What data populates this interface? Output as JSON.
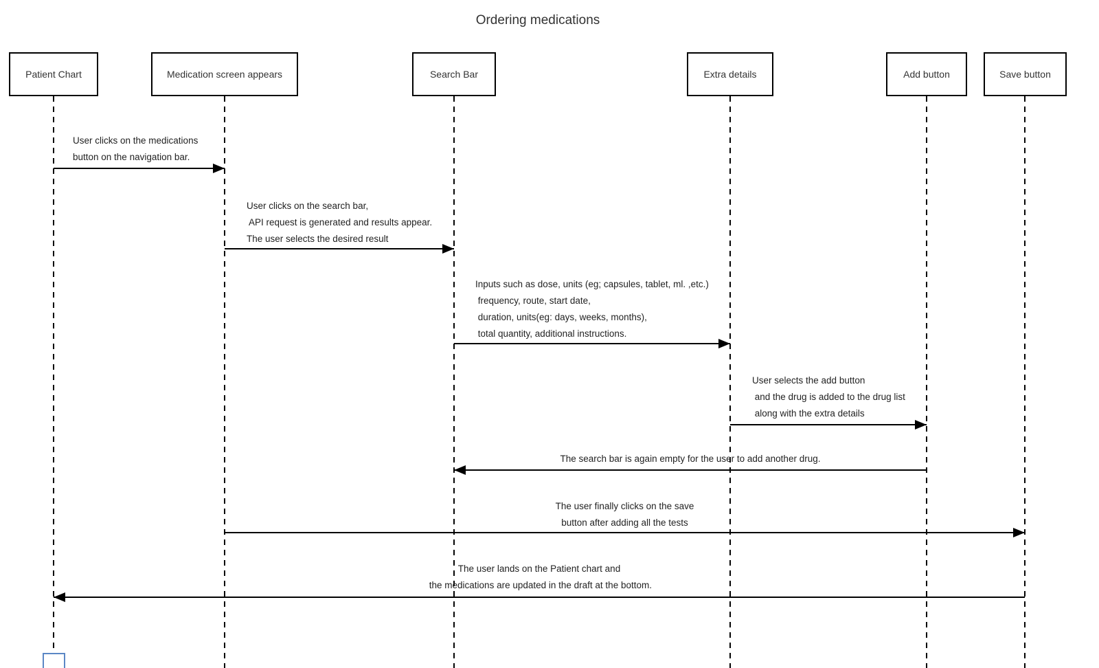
{
  "title": "Ordering medications",
  "actors": [
    {
      "label": "Patient Chart"
    },
    {
      "label": "Medication screen appears"
    },
    {
      "label": "Search Bar"
    },
    {
      "label": "Extra details"
    },
    {
      "label": "Add button"
    },
    {
      "label": "Save button"
    }
  ],
  "messages": [
    {
      "from": "Patient Chart",
      "to": "Medication screen appears",
      "direction": "right",
      "lines": [
        "User clicks on the medications",
        "button on the navigation bar."
      ]
    },
    {
      "from": "Medication screen appears",
      "to": "Search Bar",
      "direction": "right",
      "lines": [
        "User clicks on the search bar,",
        " API request is generated and results appear.",
        "The user selects the desired result"
      ]
    },
    {
      "from": "Search Bar",
      "to": "Extra details",
      "direction": "right",
      "lines": [
        "Inputs such as dose, units (eg; capsules, tablet, ml. ,etc.)",
        " frequency, route, start date,",
        " duration, units(eg: days, weeks, months),",
        " total quantity, additional instructions."
      ]
    },
    {
      "from": "Extra details",
      "to": "Add button",
      "direction": "right",
      "lines": [
        "User selects the add button",
        " and the drug is added to the drug list",
        " along with the extra details"
      ]
    },
    {
      "from": "Add button",
      "to": "Search Bar",
      "direction": "left",
      "lines": [
        "The search bar is again empty for the user to add another drug."
      ]
    },
    {
      "from": "Medication screen appears",
      "to": "Save button",
      "direction": "right",
      "lines": [
        "The user finally clicks on the save",
        "button after adding all the tests"
      ]
    },
    {
      "from": "Save button",
      "to": "Patient Chart",
      "direction": "left",
      "lines": [
        "The user lands on the Patient chart and",
        " the medications are updated in the draft at the bottom."
      ]
    }
  ],
  "colors": {
    "background": "#ffffff",
    "line": "#000000",
    "box_border": "#000000",
    "text": "#333333",
    "bottom_fragment_border": "#5b87c5"
  }
}
